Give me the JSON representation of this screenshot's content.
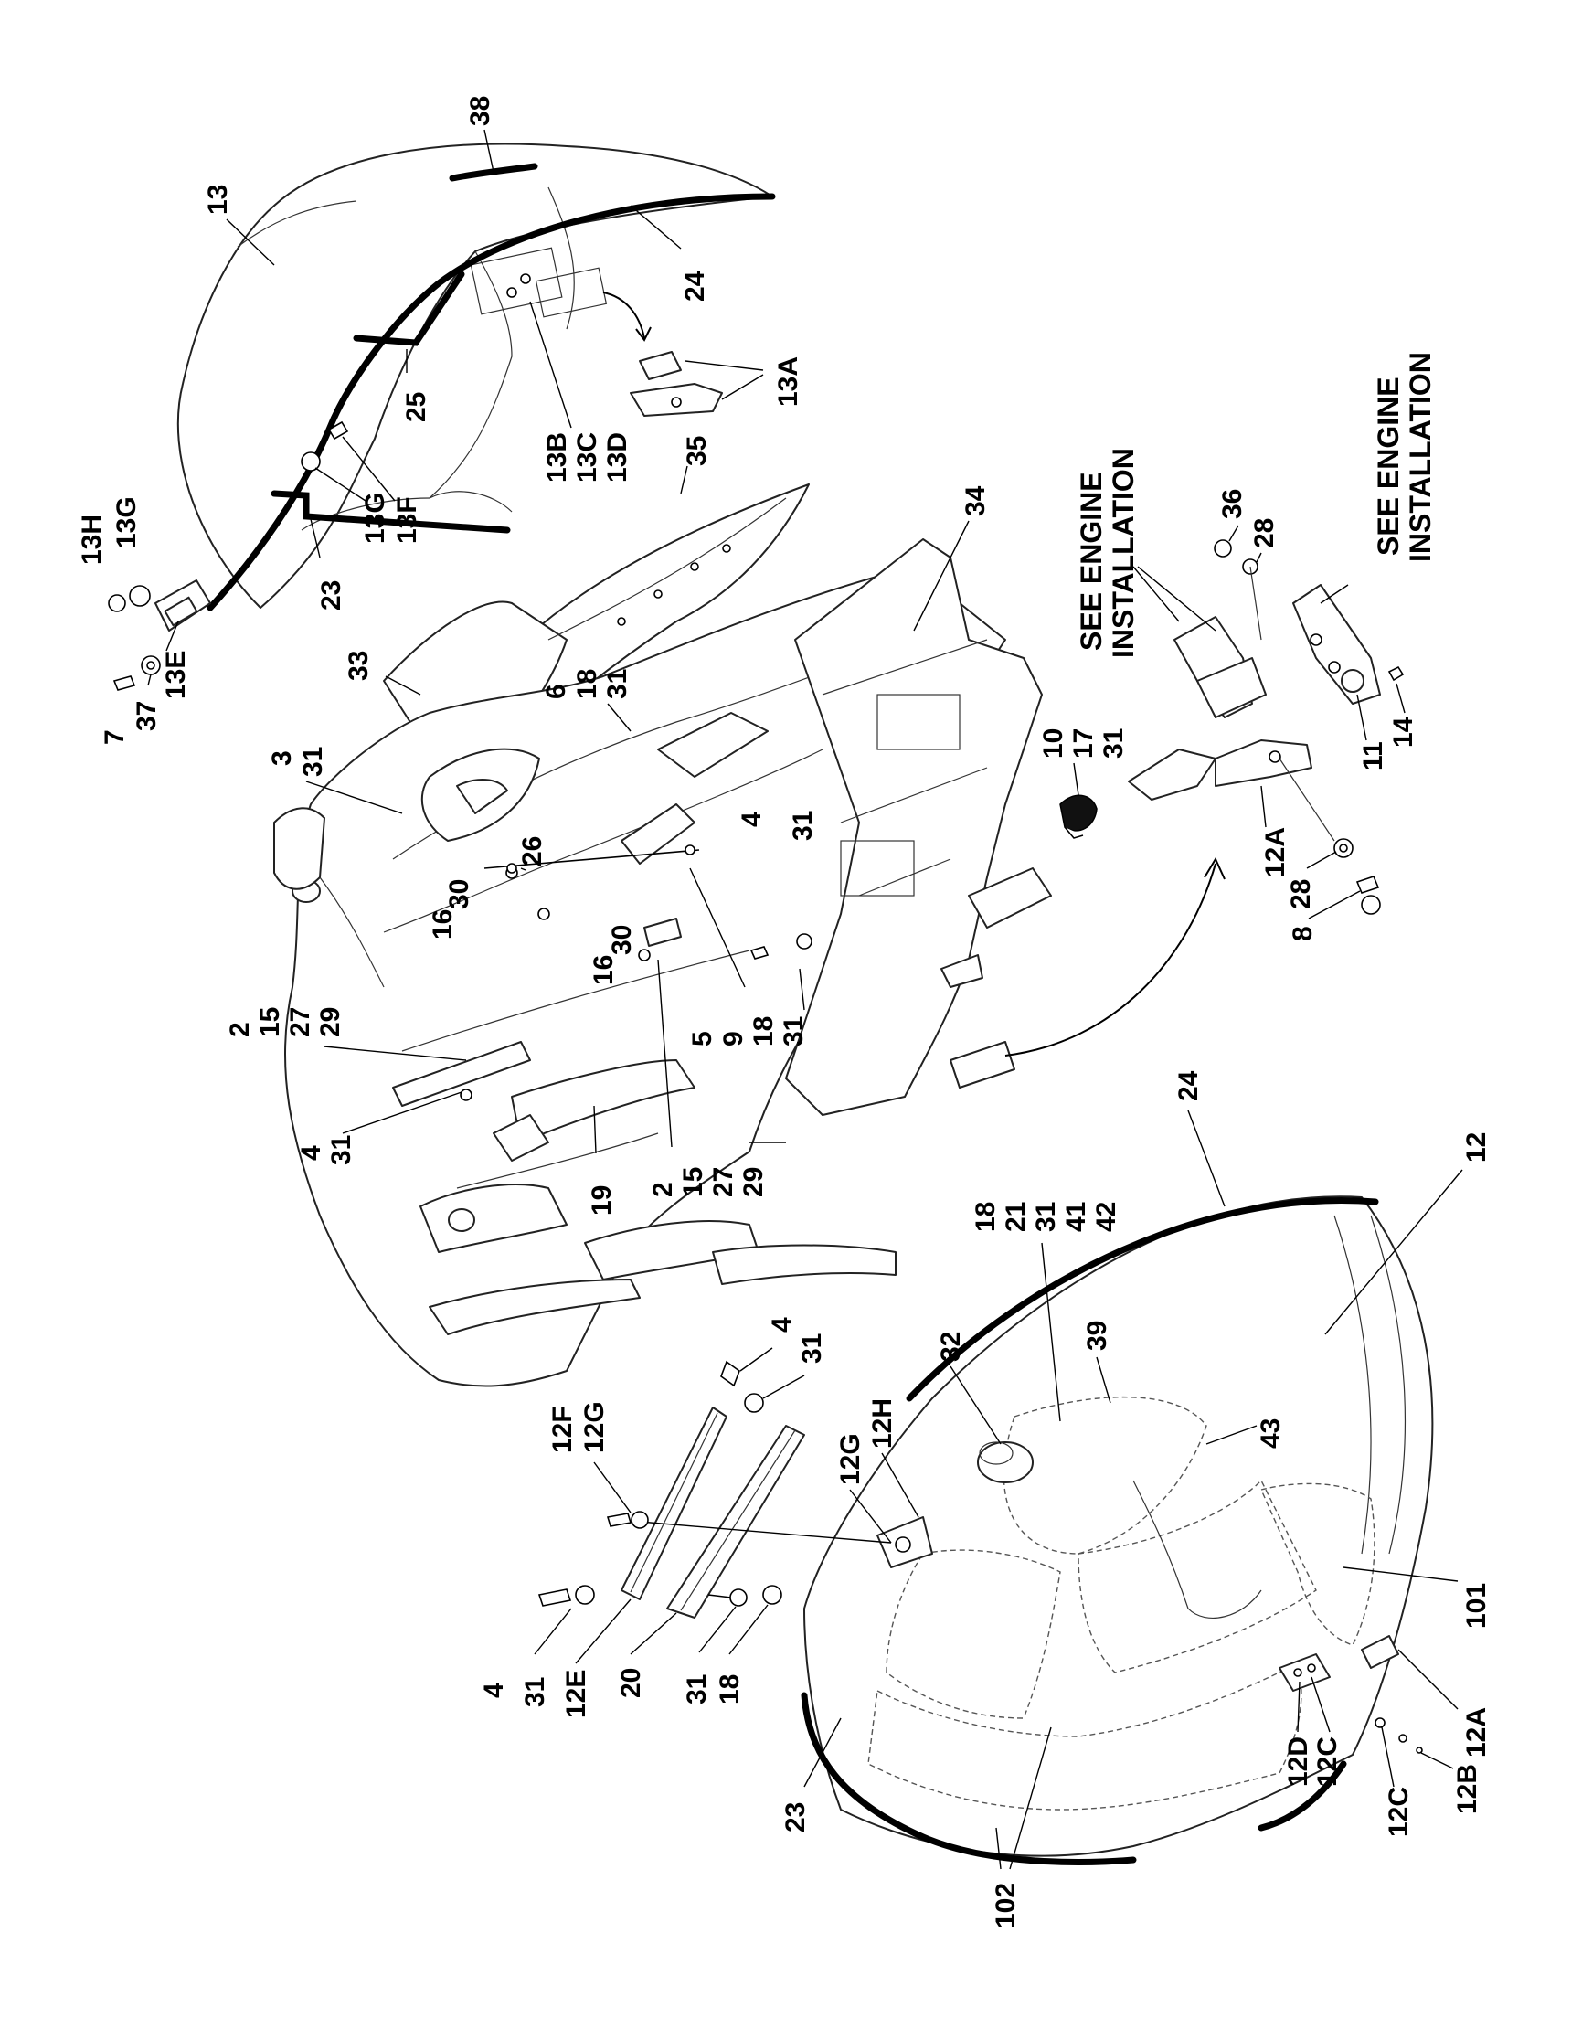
{
  "notes": {
    "see_engine_1_line1": "SEE ENGINE",
    "see_engine_1_line2": "INSTALLATION",
    "see_engine_2_line1": "SEE ENGINE",
    "see_engine_2_line2": "INSTALLATION"
  },
  "callouts": {
    "c38": "38",
    "c13": "13",
    "c24_top": "24",
    "c13A": "13A",
    "c25": "25",
    "c13B": "13B",
    "c13C_top": "13C",
    "c13D": "13D",
    "c35": "35",
    "c34": "34",
    "c13H": "13H",
    "c13G_a": "13G",
    "c13G_b": "13G",
    "c13F": "13F",
    "c23_top": "23",
    "c13E": "13E",
    "c7": "7",
    "c37": "37",
    "c33": "33",
    "c6": "6",
    "c18_a": "18",
    "c31_a": "31",
    "c3": "3",
    "c31_b": "31",
    "c26": "26",
    "c30_a": "30",
    "c16_a": "16",
    "c30_b": "30",
    "c16_b": "16",
    "c4_a": "4",
    "c31_c": "31",
    "c10": "10",
    "c17": "17",
    "c31_d": "31",
    "c36": "36",
    "c28_a": "28",
    "c11": "11",
    "c14": "14",
    "c12A_top": "12A",
    "c28_b": "28",
    "c8": "8",
    "c2_a": "2",
    "c15_a": "15",
    "c27_a": "27",
    "c29_a": "29",
    "c5": "5",
    "c9": "9",
    "c18_b": "18",
    "c31_e": "31",
    "c4_b": "4",
    "c31_f": "31",
    "c19": "19",
    "c2_b": "2",
    "c15_b": "15",
    "c27_b": "27",
    "c29_b": "29",
    "c24_bottom": "24",
    "c12": "12",
    "c18_c": "18",
    "c21": "21",
    "c31_g": "31",
    "c41": "41",
    "c42": "42",
    "c32": "32",
    "c39": "39",
    "c43": "43",
    "c4_c": "4",
    "c31_h": "31",
    "c12F": "12F",
    "c12G_a": "12G",
    "c12G_b": "12G",
    "c12H": "12H",
    "c101": "101",
    "c4_d": "4",
    "c31_i": "31",
    "c12E": "12E",
    "c20": "20",
    "c31_j": "31",
    "c18_d": "18",
    "c12A_bottom": "12A",
    "c12D": "12D",
    "c12C_a": "12C",
    "c12C_b": "12C",
    "c12B": "12B",
    "c23_bottom": "23",
    "c102": "102"
  }
}
